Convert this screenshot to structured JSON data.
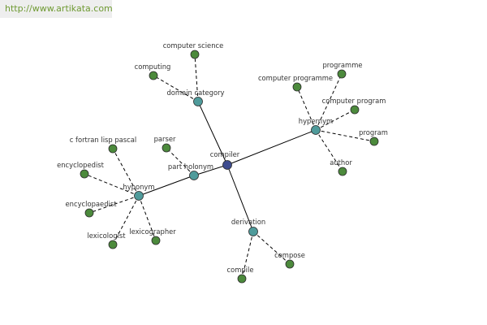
{
  "source": {
    "url": "http://www.artikata.com"
  },
  "colors": {
    "root": "#3e4c8f",
    "relation": "#4f9b9b",
    "leaf": "#4c8a3c",
    "edge": "#000000"
  },
  "graph": {
    "root": "compiler",
    "nodes": {
      "compiler": "compiler",
      "domain_category": "domain category",
      "hypernym": "hypernym",
      "part_holonym": "part holonym",
      "hyponym": "hyponym",
      "derivation": "derivation",
      "computer_science": "computer science",
      "computing": "computing",
      "programme": "programme",
      "computer_programme": "computer programme",
      "computer_program": "computer program",
      "program": "program",
      "author": "author",
      "parser": "parser",
      "c_fortran": "c fortran lisp pascal",
      "encyclopedist": "encyclopedist",
      "encyclopaedist": "encyclopaedist",
      "lexicologist": "lexicologist",
      "lexicographer": "lexicographer",
      "compose": "compose",
      "compile": "compile"
    }
  }
}
